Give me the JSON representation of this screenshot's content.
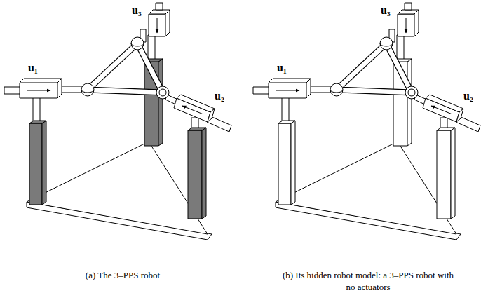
{
  "diagram": {
    "labels": [
      "u₁",
      "u₂",
      "u₃",
      "(a) The 3–PPS robot",
      "u₁",
      "u₂",
      "u₃",
      "(b) Its hidden robot model: a 3–PPS robot with no actuators"
    ]
  }
}
